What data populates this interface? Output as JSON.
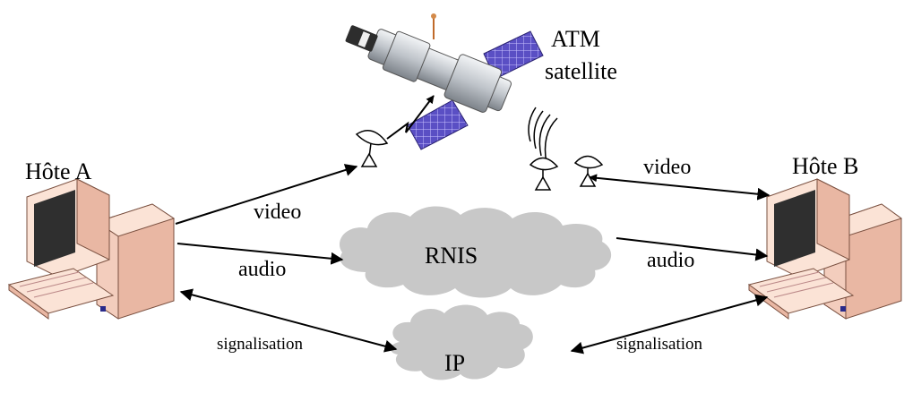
{
  "satellite": {
    "line1": "ATM",
    "line2": "satellite"
  },
  "hosts": {
    "a": "Hôte A",
    "b": "Hôte B"
  },
  "clouds": {
    "rnis": "RNIS",
    "ip": "IP"
  },
  "links": {
    "video_a": "video",
    "audio_a": "audio",
    "signal_a": "signalisation",
    "video_b": "video",
    "audio_b": "audio",
    "signal_b": "signalisation"
  },
  "colors": {
    "cloud": "#c8c8c8",
    "computer_body": "#fbe3d6",
    "computer_shade": "#e9b7a3",
    "solar_panel": "#5a4fc4",
    "satellite_body": "#cfd3d8"
  }
}
